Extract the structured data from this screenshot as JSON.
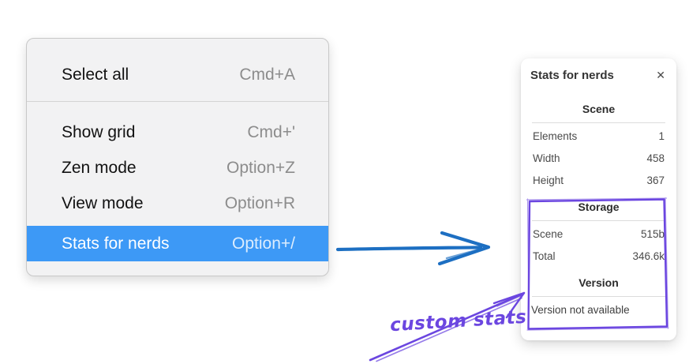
{
  "colors": {
    "menu_highlight": "#3d99f6",
    "annotation_blue": "#1d6fc2",
    "annotation_purple": "#6b46e0"
  },
  "menu": {
    "items": [
      {
        "label": "Select all",
        "shortcut": "Cmd+A"
      },
      {
        "label": "Show grid",
        "shortcut": "Cmd+'"
      },
      {
        "label": "Zen mode",
        "shortcut": "Option+Z"
      },
      {
        "label": "View mode",
        "shortcut": "Option+R"
      },
      {
        "label": "Stats for nerds",
        "shortcut": "Option+/"
      }
    ]
  },
  "stats_panel": {
    "title": "Stats for nerds",
    "close_glyph": "✕",
    "scene": {
      "header": "Scene",
      "rows": [
        {
          "label": "Elements",
          "value": "1"
        },
        {
          "label": "Width",
          "value": "458"
        },
        {
          "label": "Height",
          "value": "367"
        }
      ]
    },
    "storage": {
      "header": "Storage",
      "rows": [
        {
          "label": "Scene",
          "value": "515b"
        },
        {
          "label": "Total",
          "value": "346.6k"
        }
      ]
    },
    "version": {
      "header": "Version",
      "note": "Version not available"
    }
  },
  "annotation": {
    "label": "custom stats"
  }
}
